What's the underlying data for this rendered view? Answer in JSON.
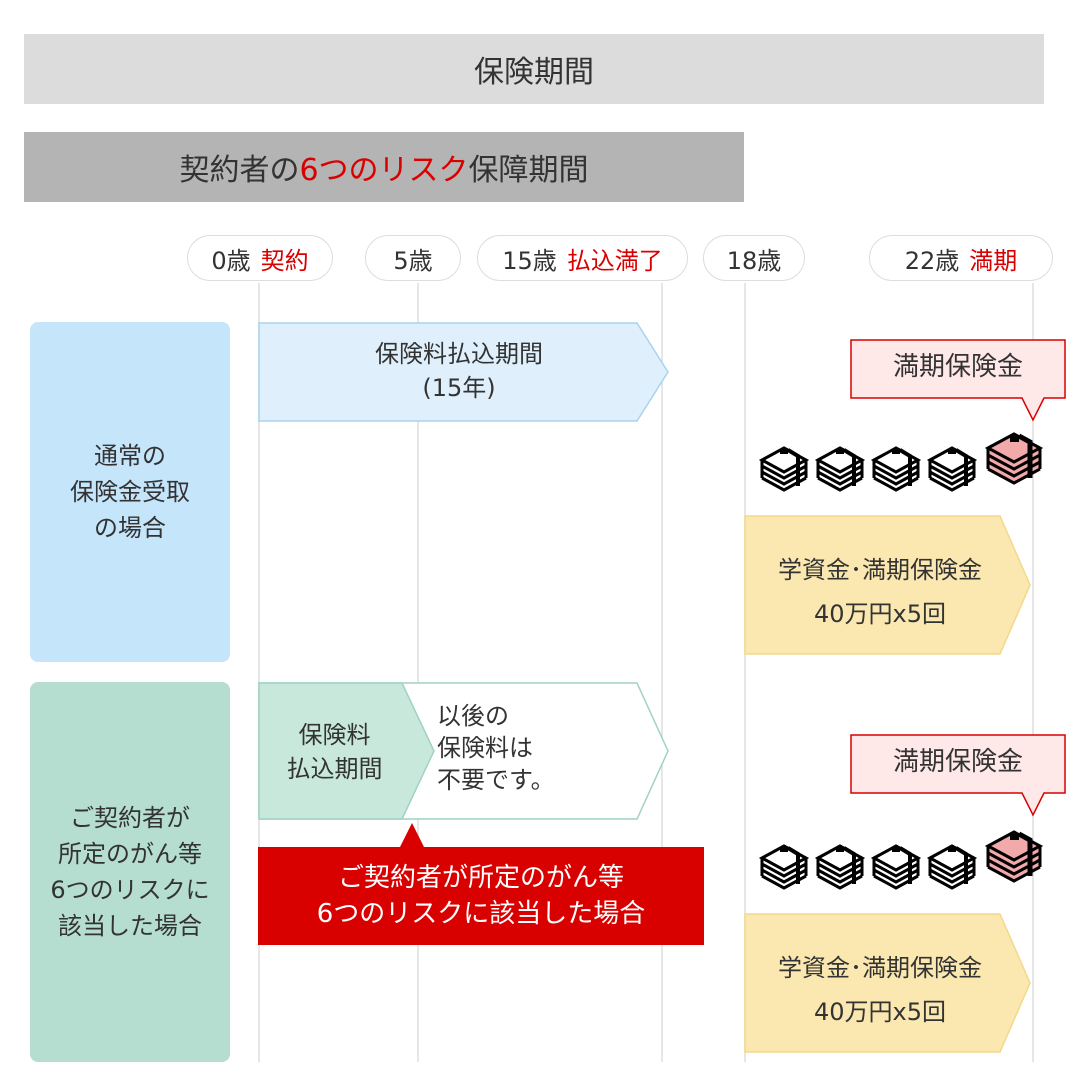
{
  "header": {
    "title": "保険期間"
  },
  "subheader": {
    "prefix": "契約者の",
    "highlight": "6つのリスク",
    "suffix": "保障期間"
  },
  "timeline": [
    {
      "age": "0歳",
      "event": "契約"
    },
    {
      "age": "5歳",
      "event": ""
    },
    {
      "age": "15歳",
      "event": "払込満了"
    },
    {
      "age": "18歳",
      "event": ""
    },
    {
      "age": "22歳",
      "event": "満期"
    }
  ],
  "normal": {
    "label": "通常の\n保険金受取\nの場合",
    "premium_line1": "保険料払込期間",
    "premium_line2": "(15年)",
    "maturity_callout": "満期保険金",
    "benefit_line1": "学資金･満期保険金",
    "benefit_line2": "40万円x5回"
  },
  "risk": {
    "label": "ご契約者が\n所定のがん等\n6つのリスクに\n該当した場合",
    "premium_line1": "保険料",
    "premium_line2": "払込期間",
    "waiver": "以後の\n保険料は\n不要です。",
    "event_line1": "ご契約者が所定のがん等",
    "event_line2": "6つのリスクに該当した場合",
    "maturity_callout": "満期保険金",
    "benefit_line1": "学資金･満期保険金",
    "benefit_line2": "40万円x5回"
  },
  "colors": {
    "accent": "#d90000",
    "blue": "#c5e5fb",
    "green": "#b5ddd0",
    "yellow": "#fbe8b0"
  }
}
